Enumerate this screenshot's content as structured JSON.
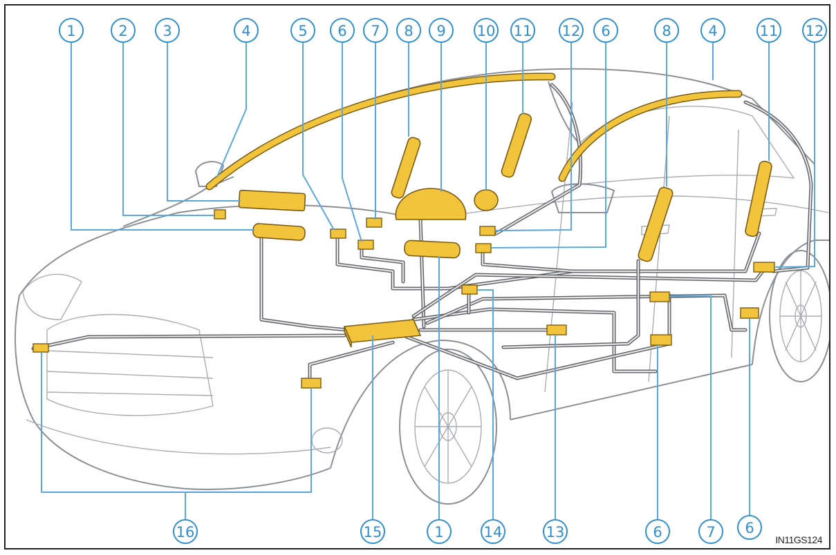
{
  "figure_code": "IN11GS124",
  "callouts_top": [
    "1",
    "2",
    "3",
    "4",
    "5",
    "6",
    "7",
    "8",
    "9",
    "10",
    "11",
    "12",
    "6",
    "8",
    "4",
    "11",
    "12"
  ],
  "callouts_bottom": [
    "16",
    "15",
    "1",
    "14",
    "13",
    "6",
    "7",
    "6"
  ],
  "colors": {
    "airbag": "#f2c43c",
    "callout": "#2f8fd0",
    "leader": "#5aa7dd",
    "car_line": "#8a8f96"
  }
}
